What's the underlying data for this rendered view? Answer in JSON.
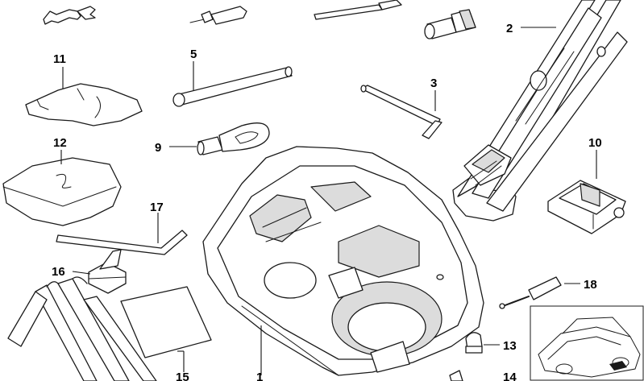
{
  "callouts": [
    {
      "id": "c1",
      "label": "1"
    },
    {
      "id": "c2",
      "label": "2"
    },
    {
      "id": "c3",
      "label": "3"
    },
    {
      "id": "c5",
      "label": "5"
    },
    {
      "id": "c9",
      "label": "9"
    },
    {
      "id": "c10",
      "label": "10"
    },
    {
      "id": "c11",
      "label": "11"
    },
    {
      "id": "c12",
      "label": "12"
    },
    {
      "id": "c13",
      "label": "13"
    },
    {
      "id": "c14",
      "label": "14"
    },
    {
      "id": "c15",
      "label": "15"
    },
    {
      "id": "c16",
      "label": "16"
    },
    {
      "id": "c17",
      "label": "17"
    },
    {
      "id": "c18",
      "label": "18"
    }
  ],
  "colors": {
    "line": "#1a1a1a",
    "shade": "#dcdcdc",
    "background": "#ffffff"
  }
}
